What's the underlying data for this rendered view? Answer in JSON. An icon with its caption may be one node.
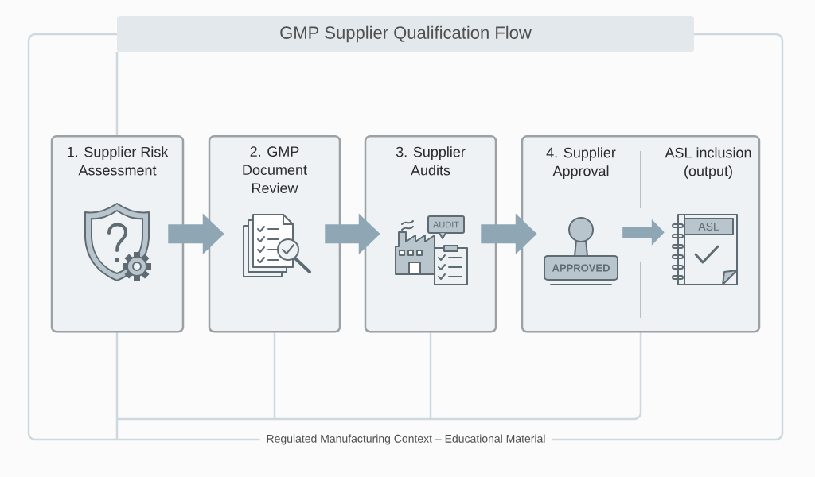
{
  "diagram": {
    "title": "GMP Supplier Qualification Flow",
    "caption": "Regulated Manufacturing Context – Educational Material",
    "nodes": [
      {
        "text": [
          "1. Supplier Risk Assessment"
        ]
      },
      {
        "text": [
          "2. GMP Document Review"
        ]
      },
      {
        "text": [
          "3. Supplier Audits"
        ]
      },
      {
        "text": [],
        "shape": "box"
      },
      {
        "text": [
          "4. Supplier Approval"
        ],
        "in": 3
      },
      {
        "text": [
          "ASL inclusion (output)"
        ],
        "in": 3
      }
    ],
    "edges": [
      {
        "from": 0,
        "to": 1,
        "arrow": "to"
      },
      {
        "from": 1,
        "to": 2,
        "arrow": "to"
      },
      {
        "from": 2,
        "to": 3,
        "arrow": "to"
      },
      {
        "from": 4,
        "to": 5,
        "arrow": "to"
      }
    ],
    "labels": [
      "AUDIT",
      "APPROVED",
      "ASL"
    ]
  }
}
